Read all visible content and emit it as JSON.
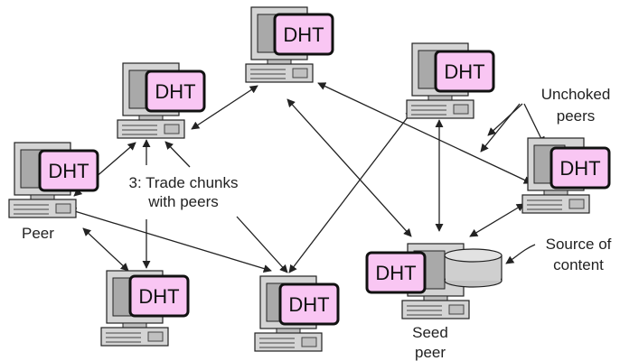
{
  "nodes": [
    {
      "id": "top",
      "dht_label": "DHT"
    },
    {
      "id": "upper-left",
      "dht_label": "DHT"
    },
    {
      "id": "upper-right",
      "dht_label": "DHT"
    },
    {
      "id": "peer",
      "dht_label": "DHT"
    },
    {
      "id": "right",
      "dht_label": "DHT"
    },
    {
      "id": "bottom-left",
      "dht_label": "DHT"
    },
    {
      "id": "bottom-mid",
      "dht_label": "DHT"
    },
    {
      "id": "seed",
      "dht_label": "DHT"
    }
  ],
  "labels": {
    "peer": "Peer",
    "trade_line1": "3: Trade chunks",
    "trade_line2": "with peers",
    "unchoked_line1": "Unchoked",
    "unchoked_line2": "peers",
    "source_line1": "Source of",
    "source_line2": "content",
    "seed_line1": "Seed",
    "seed_line2": "peer"
  },
  "colors": {
    "dht_fill": "#f9c6f3",
    "dht_stroke": "#111111",
    "monitor_body": "#d4d4d4",
    "monitor_screen": "#a9a9a9",
    "arrow": "#222222",
    "disk_fill": "#cfcfcf"
  }
}
